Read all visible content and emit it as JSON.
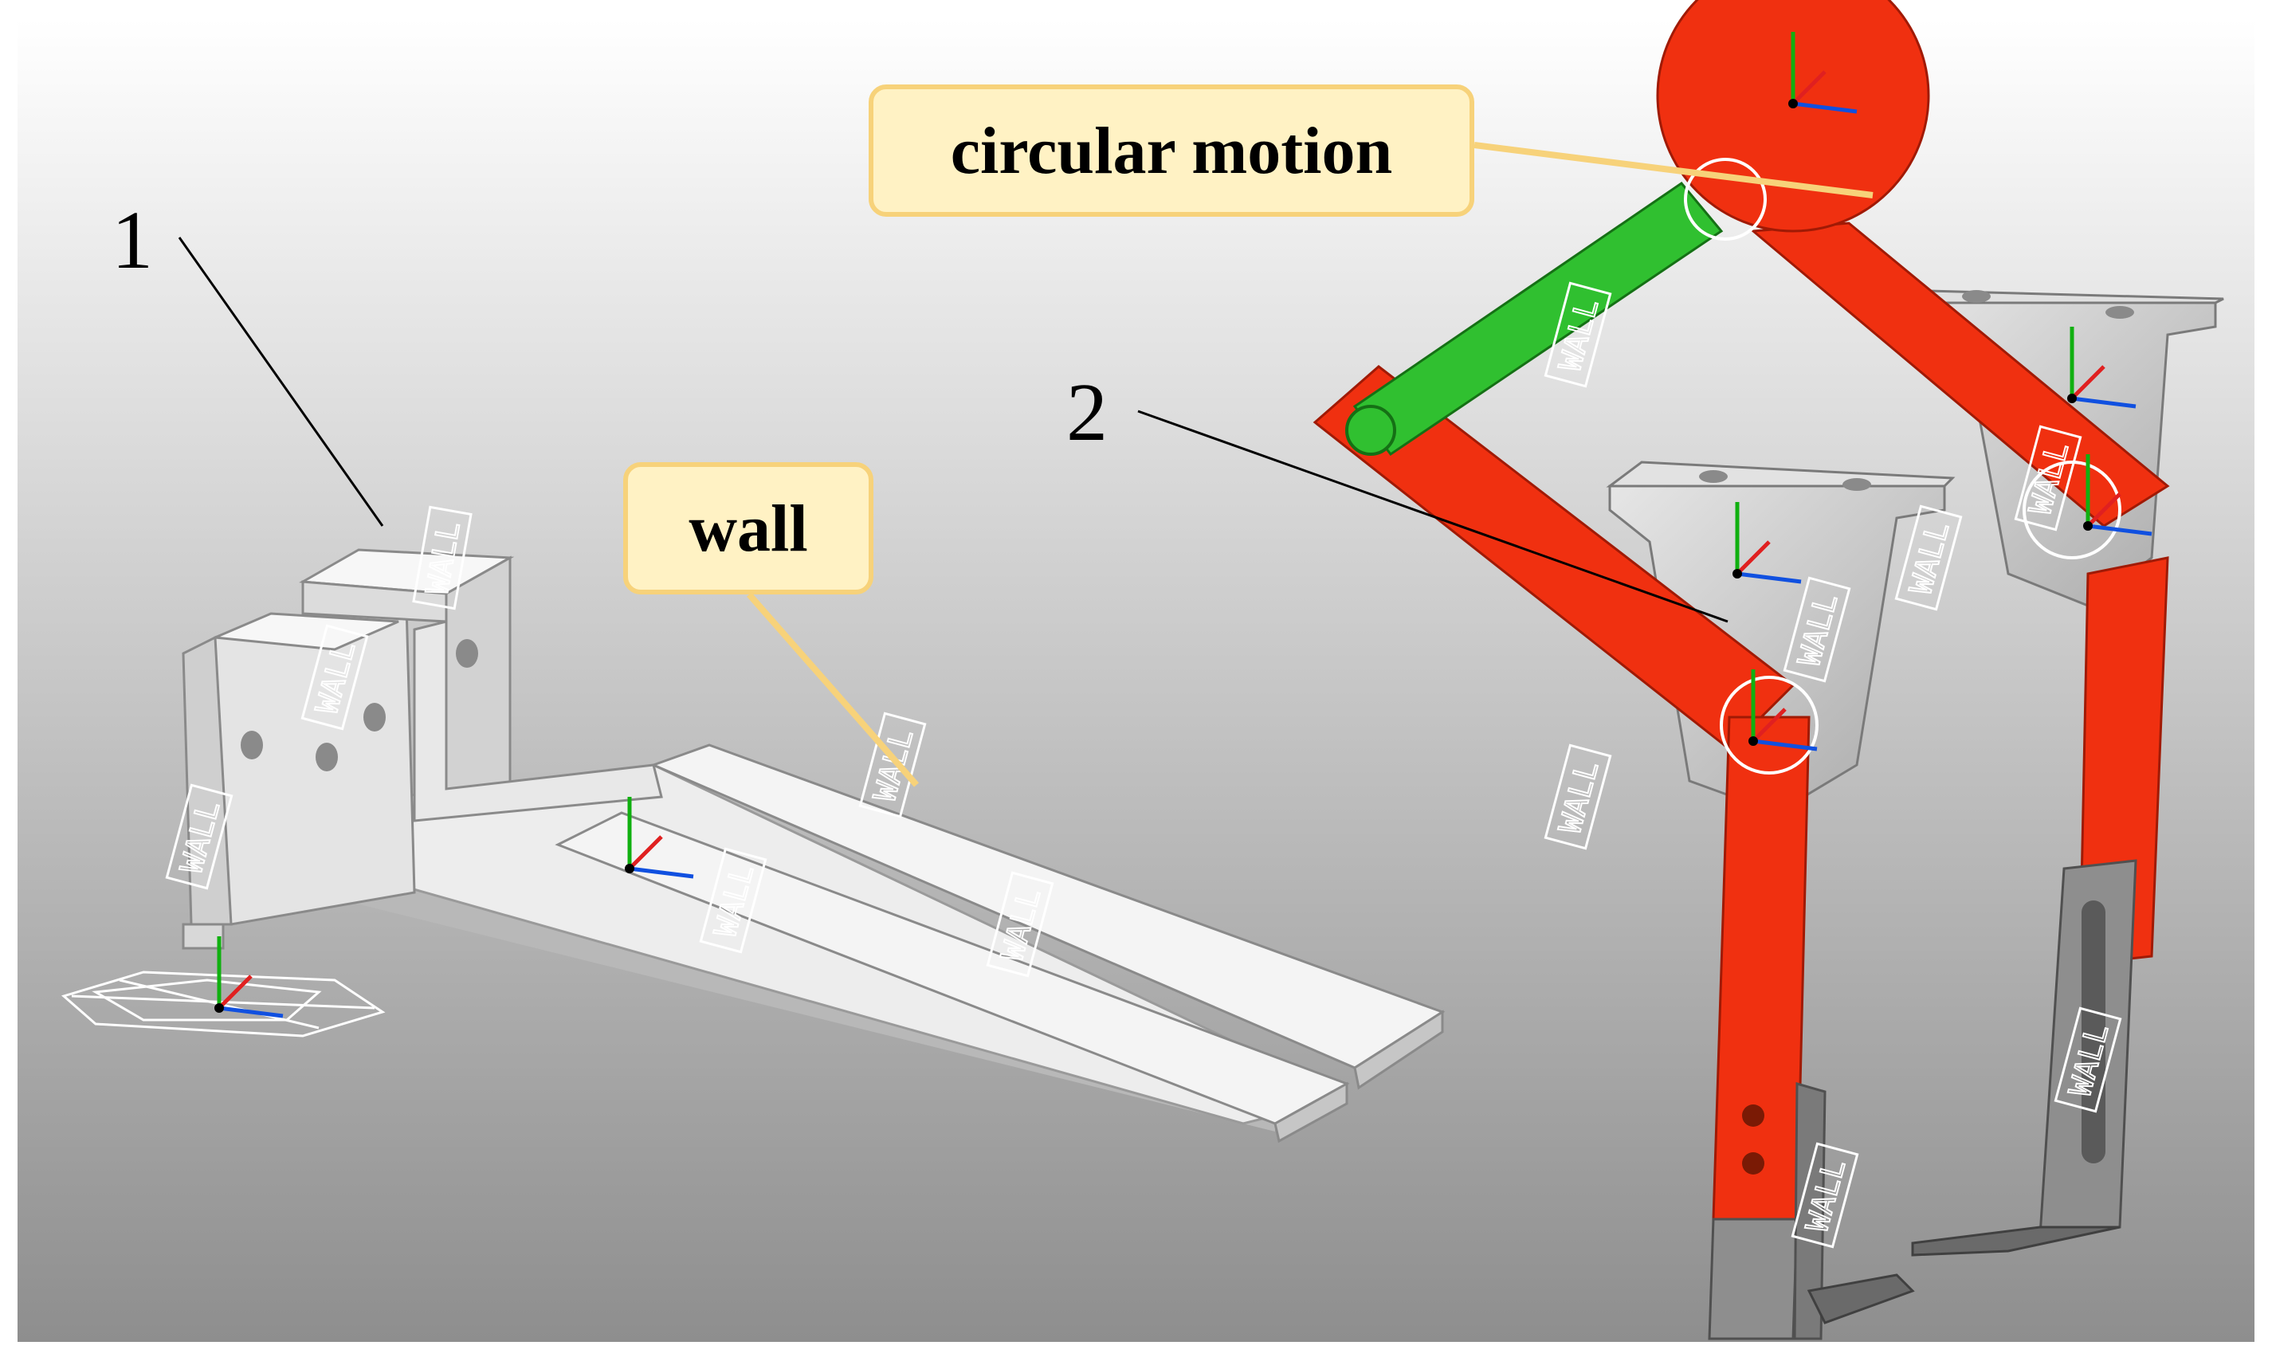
{
  "callouts": {
    "circular_motion": "circular motion",
    "wall": "wall"
  },
  "part_labels": {
    "part_1": "1",
    "part_2": "2"
  },
  "watermark_text": "WALL",
  "colors": {
    "background_top": "#ffffff",
    "background_bottom": "#909090",
    "crank_red": "#f03010",
    "link_green": "#30c030",
    "part_gray": "#cfcfcf",
    "callout_fill": "#fff2c4",
    "callout_border": "#f7d27a",
    "axis_red": "#e02020",
    "axis_green": "#10b010",
    "axis_blue": "#1050e0"
  }
}
